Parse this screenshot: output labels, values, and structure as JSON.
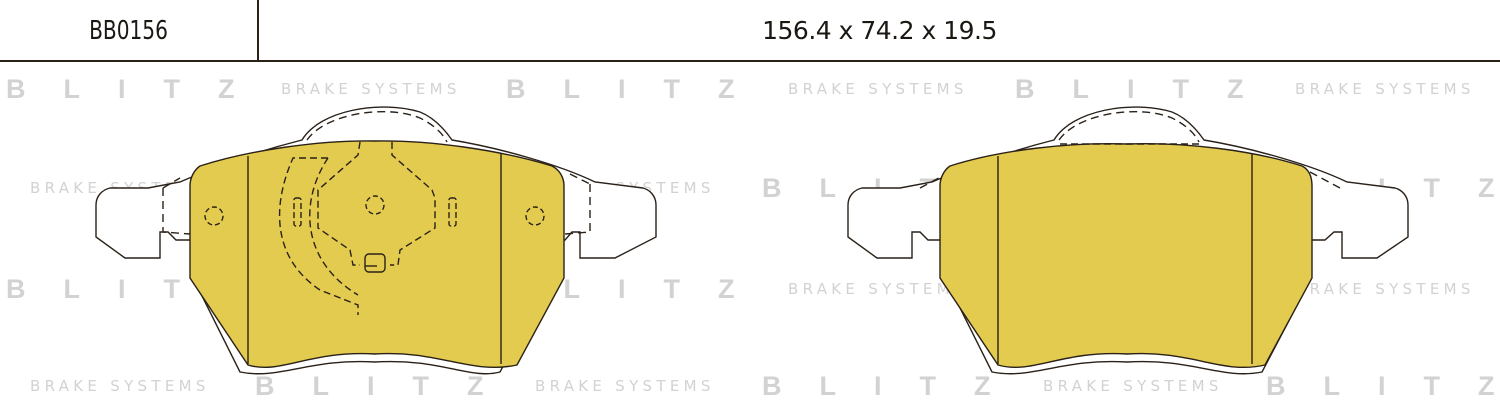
{
  "header": {
    "part_number": "BB0156",
    "dimensions": "156.4 x 74.2 x 19.5"
  },
  "watermark": {
    "brand": "BLITZ",
    "tagline": "BRAKE SYSTEMS",
    "color": "#d2d2d2"
  },
  "drawing": {
    "subject": "brake pad pair",
    "pads": [
      {
        "name": "inner-pad",
        "has_wear_indicator_outline": true,
        "has_holes": true
      },
      {
        "name": "outer-pad",
        "has_wear_indicator_outline": false,
        "has_holes": false
      }
    ],
    "friction_color": "#e3cb4f",
    "outline_color": "#2a2118"
  }
}
